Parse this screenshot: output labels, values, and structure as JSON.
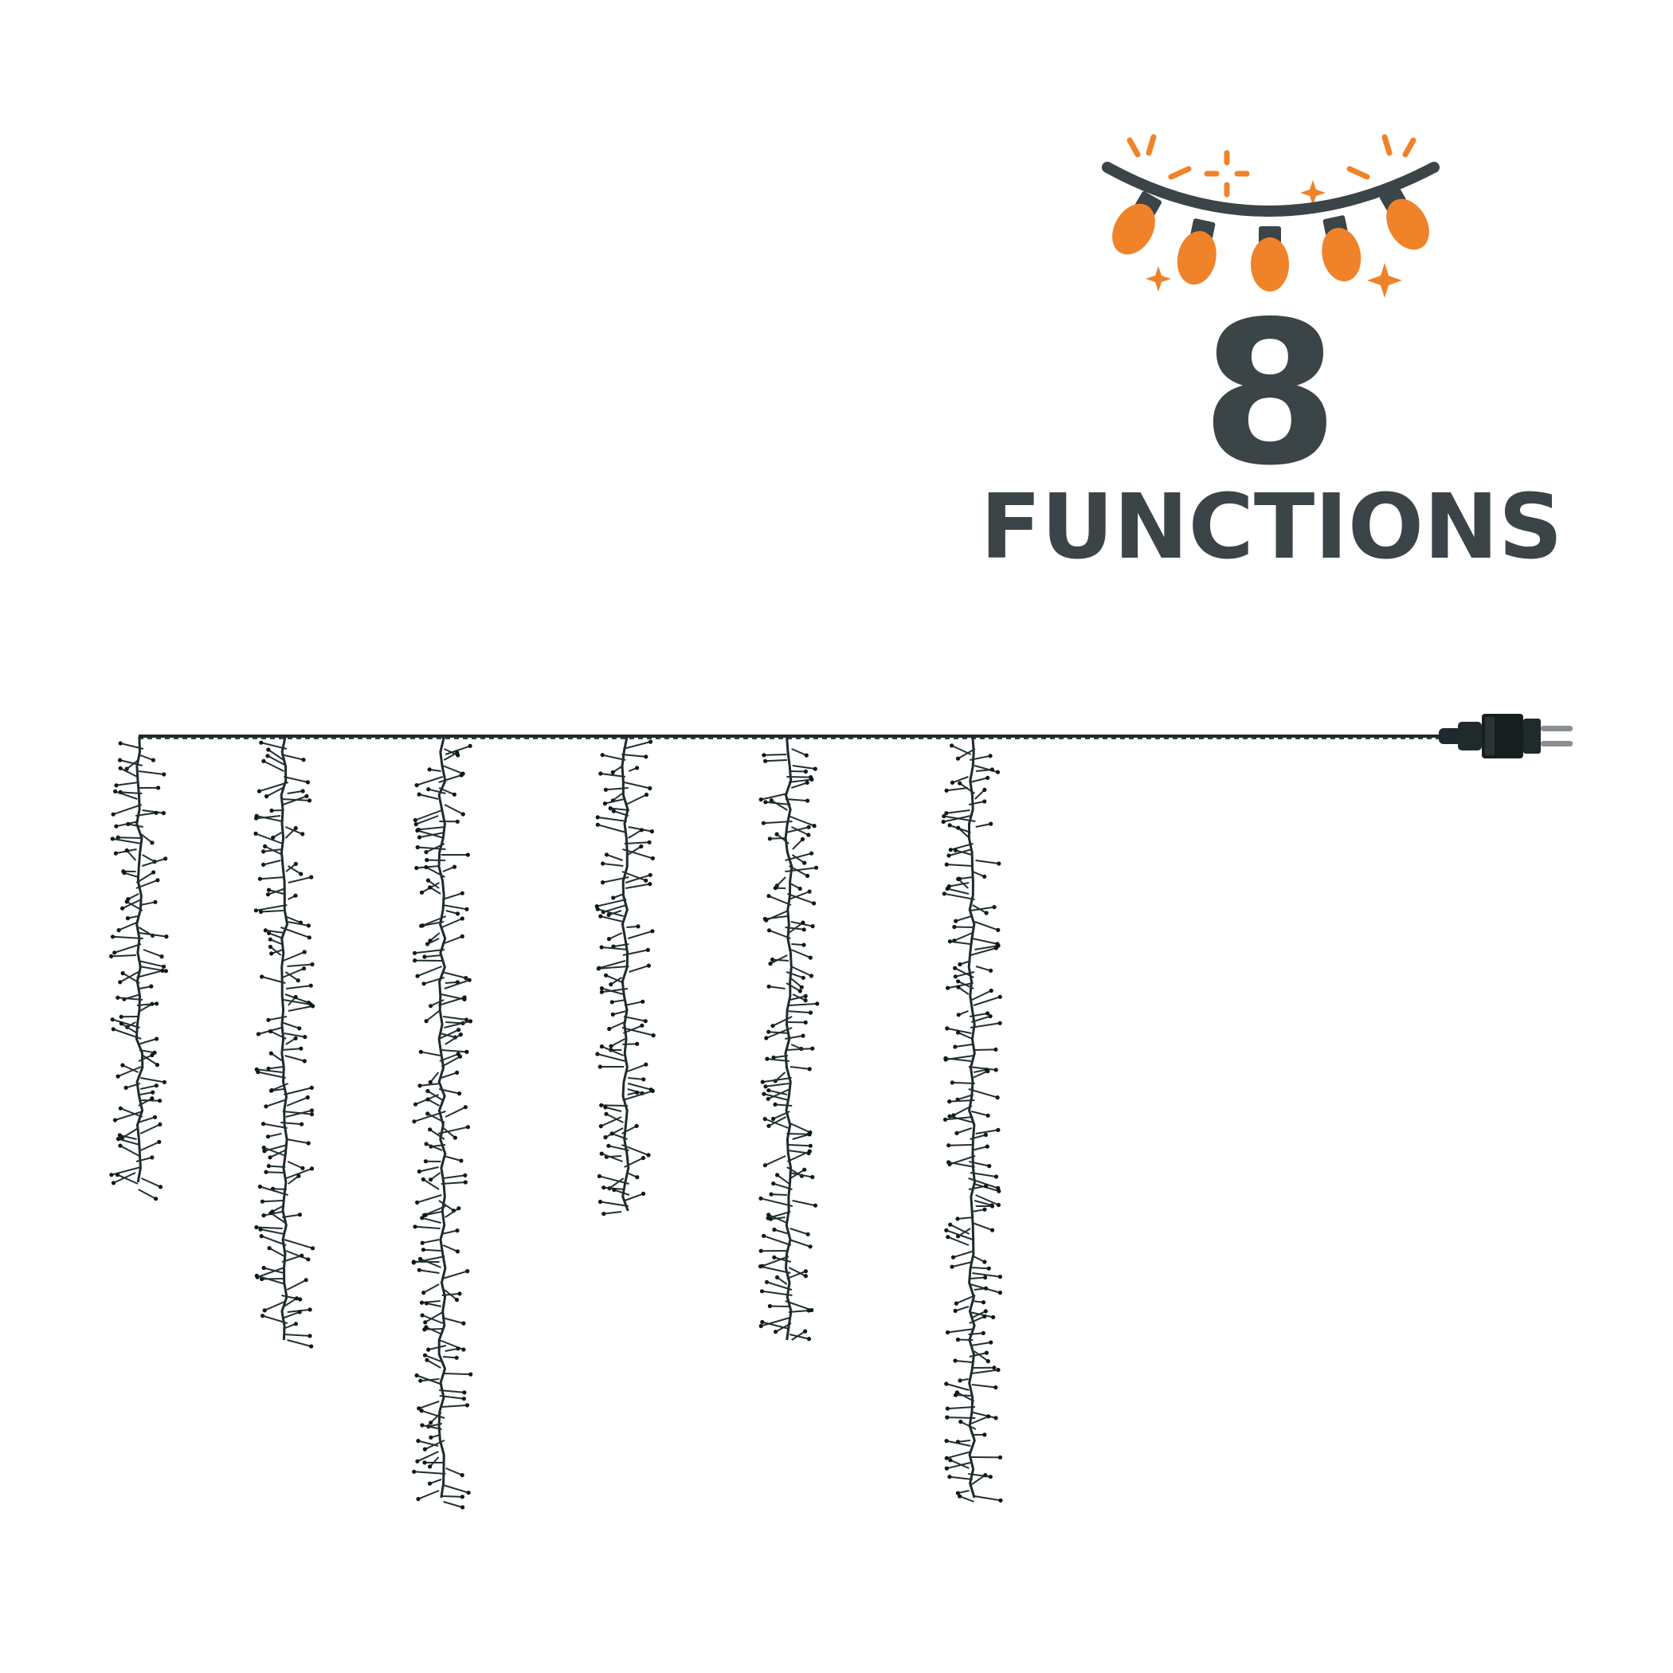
{
  "badge": {
    "number": "8",
    "label": "FUNCTIONS",
    "icon": "string-lights-icon"
  },
  "colors": {
    "background": "#ffffff",
    "text": "#3b4446",
    "accent": "#f0822a",
    "cable": "#1e2a2c"
  },
  "product": {
    "icon": "cluster-light-curtain",
    "strand_count": 6,
    "strand_lengths_relative": [
      0.59,
      0.79,
      1.0,
      0.62,
      0.79,
      1.0
    ],
    "plug": "power-plug-icon"
  }
}
